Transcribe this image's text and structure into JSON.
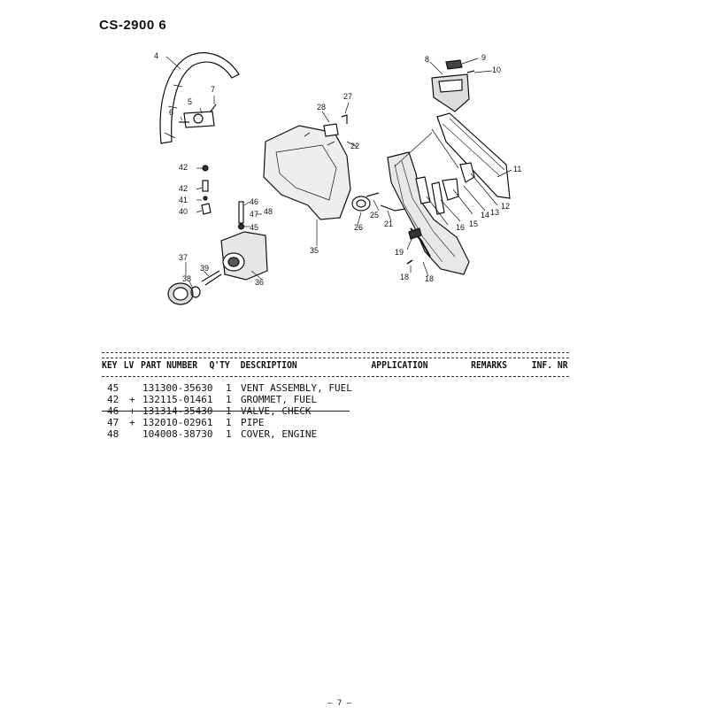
{
  "page": {
    "title": "CS-2900  6",
    "page_number": "– 7 –"
  },
  "diagram": {
    "callouts": [
      "4",
      "5",
      "6",
      "7",
      "8",
      "9",
      "10",
      "11",
      "12",
      "13",
      "14",
      "15",
      "16",
      "18",
      "18",
      "19",
      "21",
      "22",
      "25",
      "26",
      "27",
      "28",
      "35",
      "36",
      "37",
      "38",
      "39",
      "40",
      "41",
      "42",
      "42",
      "45",
      "46",
      "47",
      "48"
    ]
  },
  "table": {
    "headers": {
      "key": "KEY",
      "lv": "LV",
      "part_number": "PART NUMBER",
      "qty": "Q'TY",
      "description": "DESCRIPTION",
      "application": "APPLICATION",
      "remarks": "REMARKS",
      "inf_nr": "INF. NR"
    },
    "rows": [
      {
        "key": "45",
        "lv": "",
        "part_number": "131300-35630",
        "qty": "1",
        "description": "VENT ASSEMBLY, FUEL"
      },
      {
        "key": "42",
        "lv": "+",
        "part_number": "132115-01461",
        "qty": "1",
        "description": "GROMMET, FUEL"
      },
      {
        "key": "46",
        "lv": "+",
        "part_number": "131314-35430",
        "qty": "1",
        "description": "VALVE, CHECK"
      },
      {
        "key": "47",
        "lv": "+",
        "part_number": "132010-02961",
        "qty": "1",
        "description": "PIPE"
      },
      {
        "key": "48",
        "lv": "",
        "part_number": "104008-38730",
        "qty": "1",
        "description": "COVER, ENGINE"
      }
    ]
  }
}
